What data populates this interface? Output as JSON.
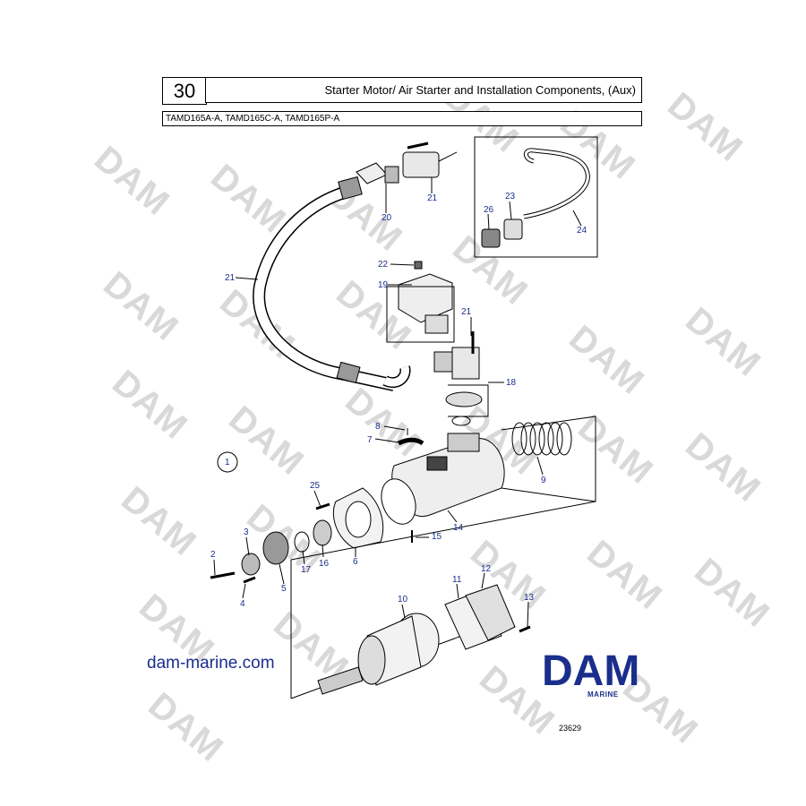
{
  "header": {
    "section_number": "30",
    "title": "Starter Motor/ Air Starter and Installation Components, (Aux)",
    "models": "TAMD165A-A, TAMD165C-A, TAMD165P-A"
  },
  "watermark": {
    "text": "DAM"
  },
  "callouts": [
    "1",
    "2",
    "3",
    "4",
    "5",
    "6",
    "7",
    "8",
    "9",
    "10",
    "11",
    "12",
    "13",
    "14",
    "15",
    "16",
    "17",
    "18",
    "19",
    "20",
    "21",
    "21",
    "21",
    "22",
    "23",
    "24",
    "25",
    "26"
  ],
  "labels": {
    "c1": "1",
    "c2": "2",
    "c3": "3",
    "c4": "4",
    "c5": "5",
    "c6": "6",
    "c7": "7",
    "c8": "8",
    "c9": "9",
    "c10": "10",
    "c11": "11",
    "c12": "12",
    "c13": "13",
    "c14": "14",
    "c15": "15",
    "c16": "16",
    "c17": "17",
    "c18": "18",
    "c19": "19",
    "c20": "20",
    "c21a": "21",
    "c21b": "21",
    "c21c": "21",
    "c22": "22",
    "c23": "23",
    "c24": "24",
    "c25": "25",
    "c26": "26"
  },
  "footer": {
    "website": "dam-marine.com",
    "brand": "DAM",
    "brand_sub": "MARINE",
    "drawing_number": "23629"
  },
  "colors": {
    "callout": "#1a2e8c",
    "watermark": "#d9d9d9",
    "brand": "#1a2e8c"
  }
}
